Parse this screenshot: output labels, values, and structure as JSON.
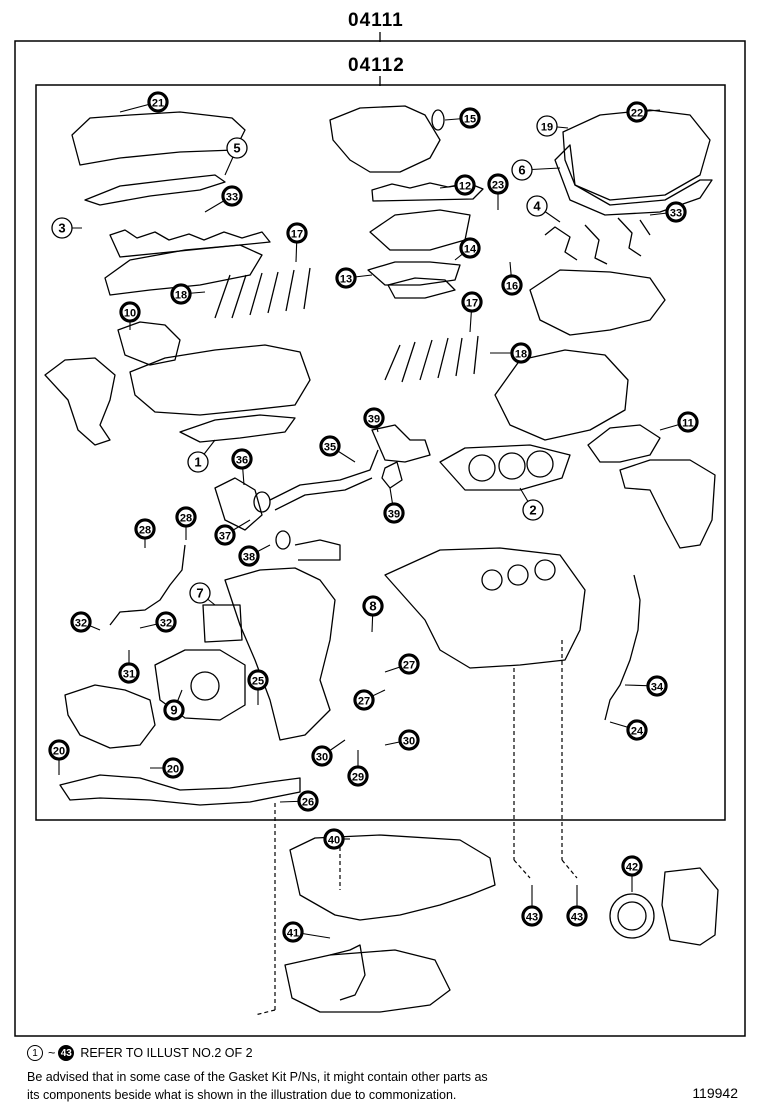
{
  "kits": {
    "outer_part": "04111",
    "inner_part": "04112"
  },
  "callouts": [
    {
      "n": "21",
      "filled": true
    },
    {
      "n": "15",
      "filled": true
    },
    {
      "n": "19",
      "filled": false
    },
    {
      "n": "22",
      "filled": true
    },
    {
      "n": "5",
      "filled": false
    },
    {
      "n": "33",
      "filled": true
    },
    {
      "n": "12",
      "filled": true
    },
    {
      "n": "23",
      "filled": true
    },
    {
      "n": "6",
      "filled": false
    },
    {
      "n": "3",
      "filled": false
    },
    {
      "n": "4",
      "filled": false
    },
    {
      "n": "33",
      "filled": true
    },
    {
      "n": "17",
      "filled": true
    },
    {
      "n": "14",
      "filled": true
    },
    {
      "n": "13",
      "filled": true
    },
    {
      "n": "16",
      "filled": true
    },
    {
      "n": "18",
      "filled": true
    },
    {
      "n": "10",
      "filled": true
    },
    {
      "n": "17",
      "filled": true
    },
    {
      "n": "18",
      "filled": true
    },
    {
      "n": "11",
      "filled": true
    },
    {
      "n": "39",
      "filled": true
    },
    {
      "n": "35",
      "filled": true
    },
    {
      "n": "1",
      "filled": false
    },
    {
      "n": "36",
      "filled": true
    },
    {
      "n": "39",
      "filled": true
    },
    {
      "n": "2",
      "filled": false
    },
    {
      "n": "28",
      "filled": true
    },
    {
      "n": "28",
      "filled": true
    },
    {
      "n": "37",
      "filled": true
    },
    {
      "n": "38",
      "filled": true
    },
    {
      "n": "7",
      "filled": false
    },
    {
      "n": "8",
      "filled": true
    },
    {
      "n": "32",
      "filled": true
    },
    {
      "n": "32",
      "filled": true
    },
    {
      "n": "31",
      "filled": true
    },
    {
      "n": "27",
      "filled": true
    },
    {
      "n": "25",
      "filled": true
    },
    {
      "n": "9",
      "filled": true
    },
    {
      "n": "34",
      "filled": true
    },
    {
      "n": "27",
      "filled": true
    },
    {
      "n": "24",
      "filled": true
    },
    {
      "n": "30",
      "filled": true
    },
    {
      "n": "30",
      "filled": true
    },
    {
      "n": "20",
      "filled": true
    },
    {
      "n": "20",
      "filled": true
    },
    {
      "n": "29",
      "filled": true
    },
    {
      "n": "26",
      "filled": true
    },
    {
      "n": "40",
      "filled": true
    },
    {
      "n": "42",
      "filled": true
    },
    {
      "n": "43",
      "filled": true
    },
    {
      "n": "43",
      "filled": true
    },
    {
      "n": "41",
      "filled": true
    }
  ],
  "footer": {
    "ref_from": "1",
    "ref_tilde": "~",
    "ref_to": "43",
    "ref_text": "REFER TO ILLUST NO.2 OF 2",
    "note_line1": "Be advised that in some case of the Gasket Kit P/Ns,  it might contain other parts as",
    "note_line2": "its components beside what is shown in the illustration due to commonization.",
    "illustration_id": "119942"
  }
}
